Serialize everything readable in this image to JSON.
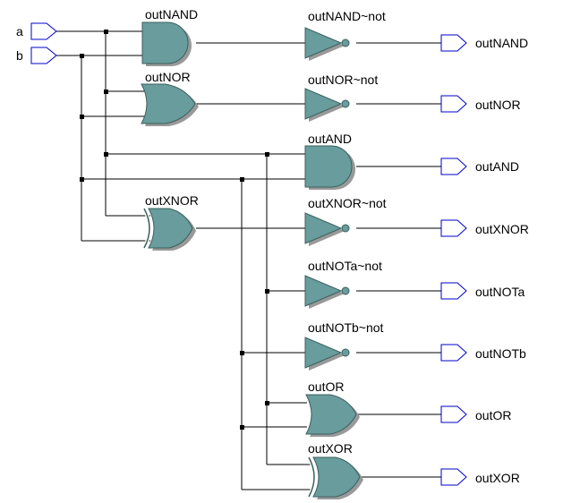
{
  "inputs": [
    {
      "id": "a",
      "label": "a"
    },
    {
      "id": "b",
      "label": "b"
    }
  ],
  "gates": [
    {
      "id": "nand",
      "label": "outNAND",
      "type": "nand"
    },
    {
      "id": "nor",
      "label": "outNOR",
      "type": "nor"
    },
    {
      "id": "and",
      "label": "outAND",
      "type": "and"
    },
    {
      "id": "xnor",
      "label": "outXNOR",
      "type": "xnor"
    },
    {
      "id": "or",
      "label": "outOR",
      "type": "or"
    },
    {
      "id": "xor",
      "label": "outXOR",
      "type": "xor"
    },
    {
      "id": "not_nand",
      "label": "outNAND~not",
      "type": "not"
    },
    {
      "id": "not_nor",
      "label": "outNOR~not",
      "type": "not"
    },
    {
      "id": "not_xnor",
      "label": "outXNOR~not",
      "type": "not"
    },
    {
      "id": "not_a",
      "label": "outNOTa~not",
      "type": "not"
    },
    {
      "id": "not_b",
      "label": "outNOTb~not",
      "type": "not"
    }
  ],
  "outputs": [
    {
      "id": "outNAND",
      "label": "outNAND"
    },
    {
      "id": "outNOR",
      "label": "outNOR"
    },
    {
      "id": "outAND",
      "label": "outAND"
    },
    {
      "id": "outXNOR",
      "label": "outXNOR"
    },
    {
      "id": "outNOTa",
      "label": "outNOTa"
    },
    {
      "id": "outNOTb",
      "label": "outNOTb"
    },
    {
      "id": "outOR",
      "label": "outOR"
    },
    {
      "id": "outXOR",
      "label": "outXOR"
    }
  ],
  "colors": {
    "gate_fill": "#699c9c",
    "gate_shadow": "#999999",
    "pin_outline": "#0000c8",
    "wire": "#000000"
  }
}
